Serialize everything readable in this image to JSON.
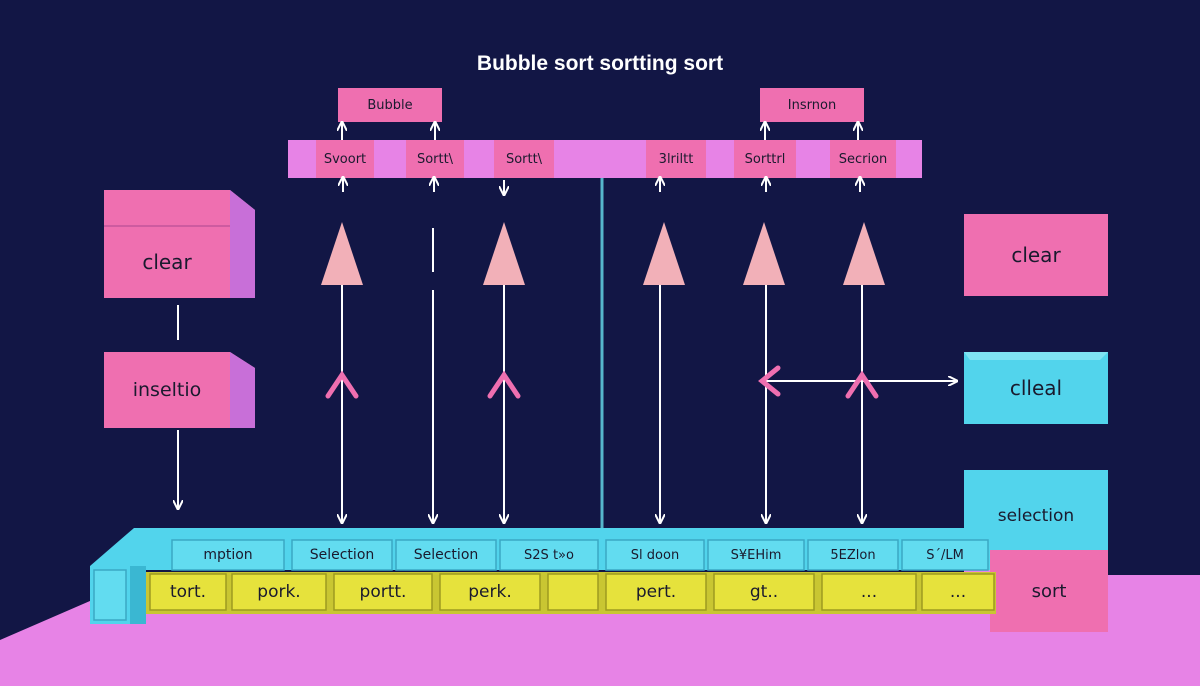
{
  "title": "Bubble sort sortting sort",
  "colors": {
    "background": "#121645",
    "pink": "#ef6fb0",
    "magenta": "#e783e6",
    "cyan": "#52d4ec",
    "yellow": "#e6e23c",
    "arrow_pale": "#f2b0b8",
    "line": "#ffffff"
  },
  "top_labels": [
    "Bubble",
    "Insrnon"
  ],
  "header_cells": [
    "Svoort",
    "Sortt\\",
    "Sortt\\",
    "3lriltt",
    "Sorttrl",
    "Secrion"
  ],
  "left_boxes": [
    "clear",
    "inseltio"
  ],
  "right_boxes": [
    "clear",
    "clleal",
    "selection",
    "sort"
  ],
  "base_cyan_labels": [
    "mption",
    "Selection",
    "Selection",
    "S2S t»o",
    "Sl doon",
    "S¥EHim",
    "5EZlon",
    "S´/LM"
  ],
  "base_yellow_labels": [
    "tort.",
    "pork.",
    "portt.",
    "perk.",
    "",
    "pert.",
    "gt..",
    "...",
    "..."
  ]
}
